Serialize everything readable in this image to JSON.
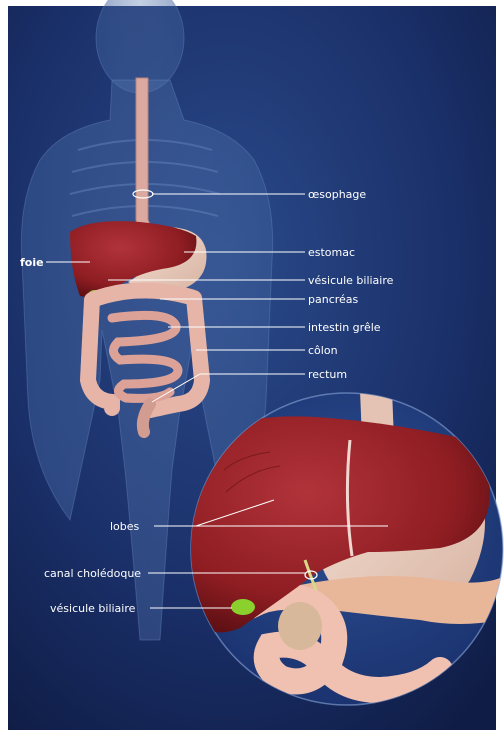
{
  "colors": {
    "background": "#16275b",
    "liver": "#8e1d22",
    "stomach": "#ead2c4",
    "intestine": "#e6b5a8",
    "gallbladder": "#8bd12e",
    "label_text": "#ffffff"
  },
  "labels": {
    "oesophage": "œsophage",
    "estomac": "estomac",
    "vesicule_top": "vésicule biliaire",
    "pancreas": "pancréas",
    "intestin_grele": "intestin grêle",
    "colon": "côlon",
    "rectum": "rectum",
    "foie": "foie",
    "lobes": "lobes",
    "canal": "canal cholédoque",
    "vesicule_bottom": "vésicule biliaire"
  }
}
